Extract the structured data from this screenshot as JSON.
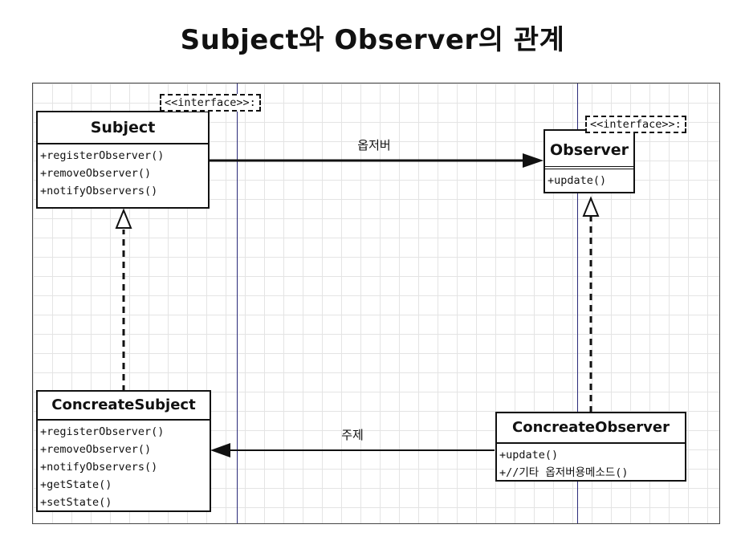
{
  "title": "Subject와 Observer의 관계",
  "classes": {
    "subject": {
      "name": "Subject",
      "stereotype": "<<interface>>:",
      "operations": [
        "+registerObserver()",
        "+removeObserver()",
        "+notifyObservers()"
      ]
    },
    "observer": {
      "name": "Observer",
      "stereotype": "<<interface>>:",
      "operations": [
        "+update()"
      ]
    },
    "concrete_subject": {
      "name": "ConcreateSubject",
      "operations": [
        "+registerObserver()",
        "+removeObserver()",
        "+notifyObservers()",
        "+getState()",
        "+setState()"
      ]
    },
    "concrete_observer": {
      "name": "ConcreateObserver",
      "operations": [
        "+update()",
        "+//기타 옵저버용메소드()"
      ]
    }
  },
  "relations": {
    "subject_to_observer": {
      "label": "옵저버"
    },
    "observer_to_subject": {
      "label": "주제"
    }
  }
}
